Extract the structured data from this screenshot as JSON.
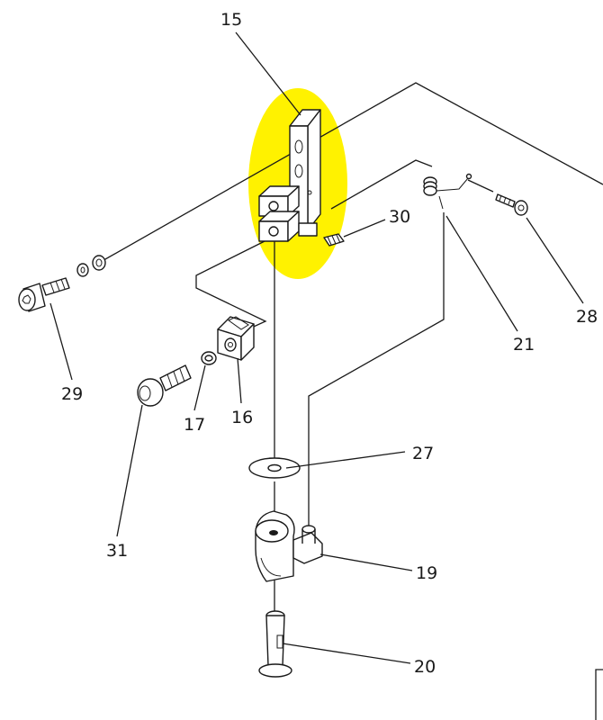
{
  "highlight_color": "#fff200",
  "line_color": "#1a1a1a",
  "callouts": {
    "c15": "15",
    "c30": "30",
    "c28": "28",
    "c21": "21",
    "c29": "29",
    "c17": "17",
    "c16": "16",
    "c27": "27",
    "c31": "31",
    "c19": "19",
    "c20": "20"
  },
  "parts": [
    {
      "number": "15",
      "icon": "hinge-bracket-icon"
    },
    {
      "number": "16",
      "icon": "clamp-block-icon"
    },
    {
      "number": "17",
      "icon": "nut-icon"
    },
    {
      "number": "19",
      "icon": "pivot-arm-icon"
    },
    {
      "number": "20",
      "icon": "pin-icon"
    },
    {
      "number": "21",
      "icon": "spring-icon"
    },
    {
      "number": "27",
      "icon": "washer-icon"
    },
    {
      "number": "28",
      "icon": "screw-icon"
    },
    {
      "number": "29",
      "icon": "bolt-with-washers-icon"
    },
    {
      "number": "30",
      "icon": "set-screw-icon"
    },
    {
      "number": "31",
      "icon": "button-head-screw-icon"
    }
  ]
}
